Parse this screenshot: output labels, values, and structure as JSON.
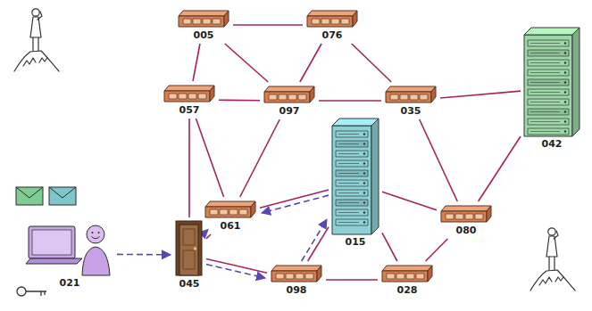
{
  "diagram": {
    "nodes": [
      {
        "text": [
          "005"
        ]
      },
      {
        "text": [
          "076"
        ]
      },
      {
        "text": [
          "057"
        ]
      },
      {
        "text": [
          "097"
        ]
      },
      {
        "text": [
          "035"
        ]
      },
      {
        "text": [
          "042"
        ]
      },
      {
        "text": [
          "061"
        ]
      },
      {
        "text": [
          "015"
        ]
      },
      {
        "text": [
          "080"
        ]
      },
      {
        "text": [
          "021"
        ]
      },
      {
        "text": [
          "045"
        ]
      },
      {
        "text": [
          "098"
        ]
      },
      {
        "text": [
          "028"
        ]
      }
    ],
    "edges": [
      {
        "from": 0,
        "to": 1,
        "arrow": "none"
      },
      {
        "from": 0,
        "to": 2,
        "arrow": "none"
      },
      {
        "from": 0,
        "to": 3,
        "arrow": "none"
      },
      {
        "from": 1,
        "to": 3,
        "arrow": "none"
      },
      {
        "from": 1,
        "to": 4,
        "arrow": "none"
      },
      {
        "from": 2,
        "to": 3,
        "arrow": "none"
      },
      {
        "from": 3,
        "to": 4,
        "arrow": "none"
      },
      {
        "from": 4,
        "to": 5,
        "arrow": "none"
      },
      {
        "from": 4,
        "to": 8,
        "arrow": "none"
      },
      {
        "from": 8,
        "to": 5,
        "arrow": "none"
      },
      {
        "from": 2,
        "to": 10,
        "arrow": "none"
      },
      {
        "from": 2,
        "to": 6,
        "arrow": "none"
      },
      {
        "from": 3,
        "to": 6,
        "arrow": "none"
      },
      {
        "from": 10,
        "to": 6,
        "arrow": "none"
      },
      {
        "from": 6,
        "to": 7,
        "arrow": "none"
      },
      {
        "from": 10,
        "to": 11,
        "arrow": "none"
      },
      {
        "from": 11,
        "to": 7,
        "arrow": "none"
      },
      {
        "from": 11,
        "to": 12,
        "arrow": "none"
      },
      {
        "from": 7,
        "to": 12,
        "arrow": "none"
      },
      {
        "from": 7,
        "to": 8,
        "arrow": "none"
      },
      {
        "from": 8,
        "to": 12,
        "arrow": "none"
      },
      {
        "from": 9,
        "to": 10,
        "arrow": "to"
      },
      {
        "from": 10,
        "to": 11,
        "arrow": "to"
      },
      {
        "from": 11,
        "to": 7,
        "arrow": "to"
      },
      {
        "from": 7,
        "to": 6,
        "arrow": "to"
      },
      {
        "from": 6,
        "to": 10,
        "arrow": "to"
      }
    ]
  }
}
